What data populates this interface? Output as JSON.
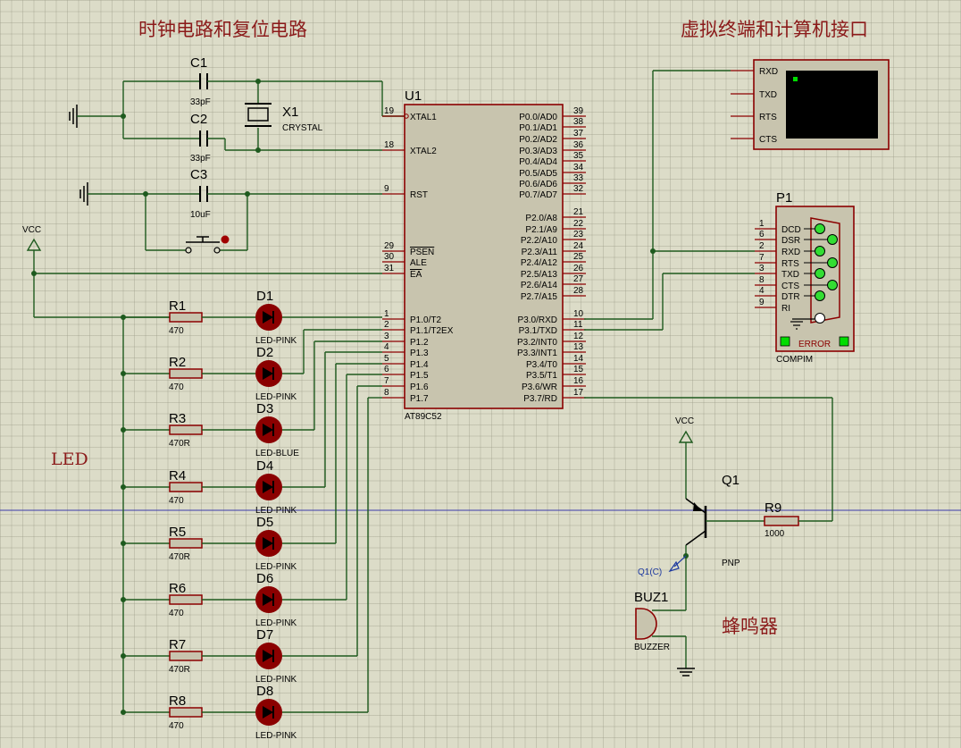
{
  "titles": {
    "clock_reset": "时钟电路和复位电路",
    "terminal": "虚拟终端和计算机接口",
    "led": "LED",
    "buzzer": "蜂鸣器"
  },
  "mcu": {
    "ref": "U1",
    "part": "AT89C52",
    "left_pins": [
      {
        "num": "19",
        "name": "XTAL1"
      },
      {
        "num": "18",
        "name": "XTAL2"
      },
      {
        "num": "9",
        "name": "RST"
      },
      {
        "num": "29",
        "name": "PSEN"
      },
      {
        "num": "30",
        "name": "ALE"
      },
      {
        "num": "31",
        "name": "EA"
      },
      {
        "num": "1",
        "name": "P1.0/T2"
      },
      {
        "num": "2",
        "name": "P1.1/T2EX"
      },
      {
        "num": "3",
        "name": "P1.2"
      },
      {
        "num": "4",
        "name": "P1.3"
      },
      {
        "num": "5",
        "name": "P1.4"
      },
      {
        "num": "6",
        "name": "P1.5"
      },
      {
        "num": "7",
        "name": "P1.6"
      },
      {
        "num": "8",
        "name": "P1.7"
      }
    ],
    "right_pins": [
      {
        "num": "39",
        "name": "P0.0/AD0"
      },
      {
        "num": "38",
        "name": "P0.1/AD1"
      },
      {
        "num": "37",
        "name": "P0.2/AD2"
      },
      {
        "num": "36",
        "name": "P0.3/AD3"
      },
      {
        "num": "35",
        "name": "P0.4/AD4"
      },
      {
        "num": "34",
        "name": "P0.5/AD5"
      },
      {
        "num": "33",
        "name": "P0.6/AD6"
      },
      {
        "num": "32",
        "name": "P0.7/AD7"
      },
      {
        "num": "21",
        "name": "P2.0/A8"
      },
      {
        "num": "22",
        "name": "P2.1/A9"
      },
      {
        "num": "23",
        "name": "P2.2/A10"
      },
      {
        "num": "24",
        "name": "P2.3/A11"
      },
      {
        "num": "25",
        "name": "P2.4/A12"
      },
      {
        "num": "26",
        "name": "P2.5/A13"
      },
      {
        "num": "27",
        "name": "P2.6/A14"
      },
      {
        "num": "28",
        "name": "P2.7/A15"
      },
      {
        "num": "10",
        "name": "P3.0/RXD"
      },
      {
        "num": "11",
        "name": "P3.1/TXD"
      },
      {
        "num": "12",
        "name": "P3.2/INT0"
      },
      {
        "num": "13",
        "name": "P3.3/INT1"
      },
      {
        "num": "14",
        "name": "P3.4/T0"
      },
      {
        "num": "15",
        "name": "P3.5/T1"
      },
      {
        "num": "16",
        "name": "P3.6/WR"
      },
      {
        "num": "17",
        "name": "P3.7/RD"
      }
    ]
  },
  "clock": {
    "c1": {
      "ref": "C1",
      "value": "33pF"
    },
    "c2": {
      "ref": "C2",
      "value": "33pF"
    },
    "c3": {
      "ref": "C3",
      "value": "10uF"
    },
    "x1": {
      "ref": "X1",
      "value": "CRYSTAL"
    },
    "vcc": "VCC"
  },
  "leds": [
    {
      "r": "R1",
      "rv": "470",
      "d": "D1",
      "dv": "LED-PINK"
    },
    {
      "r": "R2",
      "rv": "470",
      "d": "D2",
      "dv": "LED-PINK"
    },
    {
      "r": "R3",
      "rv": "470R",
      "d": "D3",
      "dv": "LED-BLUE"
    },
    {
      "r": "R4",
      "rv": "470",
      "d": "D4",
      "dv": "LED-PINK"
    },
    {
      "r": "R5",
      "rv": "470R",
      "d": "D5",
      "dv": "LED-PINK"
    },
    {
      "r": "R6",
      "rv": "470",
      "d": "D6",
      "dv": "LED-PINK"
    },
    {
      "r": "R7",
      "rv": "470R",
      "d": "D7",
      "dv": "LED-PINK"
    },
    {
      "r": "R8",
      "rv": "470",
      "d": "D8",
      "dv": "LED-PINK"
    }
  ],
  "terminal": {
    "pins": [
      "RXD",
      "TXD",
      "RTS",
      "CTS"
    ]
  },
  "compim": {
    "ref": "P1",
    "part": "COMPIM",
    "pins": [
      {
        "num": "1",
        "name": "DCD"
      },
      {
        "num": "6",
        "name": "DSR"
      },
      {
        "num": "2",
        "name": "RXD"
      },
      {
        "num": "7",
        "name": "RTS"
      },
      {
        "num": "3",
        "name": "TXD"
      },
      {
        "num": "8",
        "name": "CTS"
      },
      {
        "num": "4",
        "name": "DTR"
      },
      {
        "num": "9",
        "name": "RI"
      }
    ],
    "error": "ERROR"
  },
  "buzzer_circuit": {
    "vcc": "VCC",
    "q1": "Q1",
    "q1_type": "PNP",
    "probe": "Q1(C)",
    "r9": "R9",
    "r9v": "1000",
    "buz": "BUZ1",
    "buz_part": "BUZZER"
  }
}
